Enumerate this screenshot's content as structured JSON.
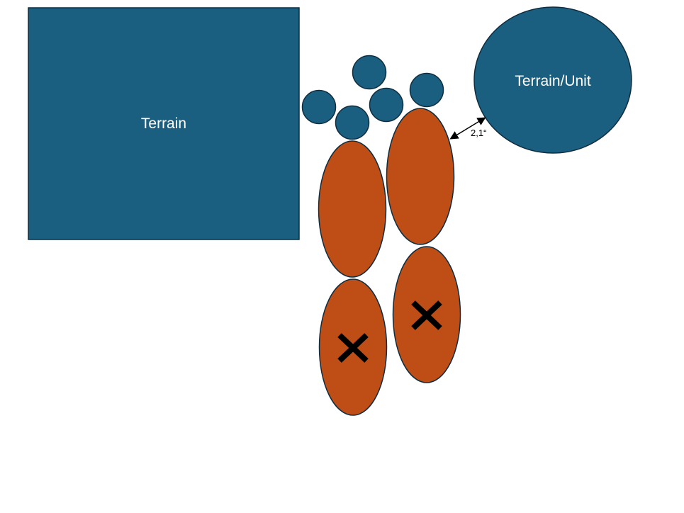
{
  "colors": {
    "terrain_fill": "#1A5E80",
    "model_fill": "#BE4E16",
    "outline": "#0E2D3F",
    "arrow": "#000000",
    "cross": "#000000"
  },
  "labels": {
    "terrain": "Terrain",
    "terrain_unit": "Terrain/Unit",
    "distance": "2,1“"
  },
  "markers": {
    "cross_icon": "cross-icon"
  }
}
